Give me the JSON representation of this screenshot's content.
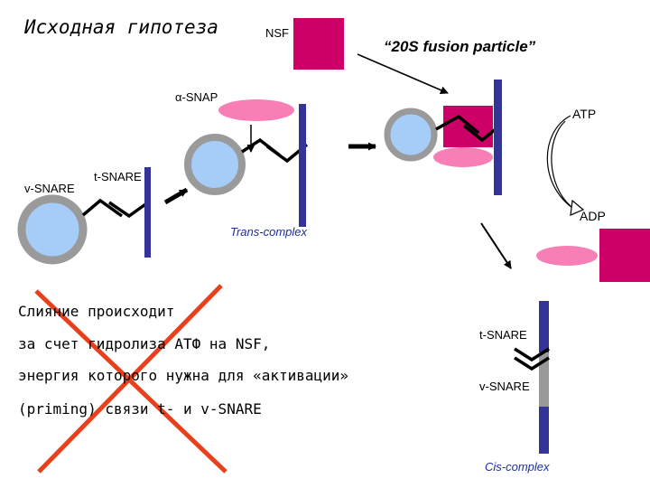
{
  "title": "Исходная гипотеза",
  "labels": {
    "nsf": "NSF",
    "alpha_snap": "α-SNAP",
    "v_snare": "v-SNARE",
    "t_snare": "t-SNARE",
    "fusion_particle": "“20S fusion particle”",
    "atp": "ATP",
    "adp": "ADP",
    "trans_complex": "Trans-complex",
    "cis_complex": "Cis-complex",
    "cis_t_snare": "t-SNARE",
    "cis_v_snare": "v-SNARE"
  },
  "crossed_text": [
    "Слияние происходит",
    "за счет гидролиза АТФ на NSF,",
    "энергия которого нужна для «активации»",
    "(priming) связи t- и v-SNARE"
  ],
  "colors": {
    "nsf": "#cc0066",
    "alpha_snap": "#f77fb6",
    "vesicle_fill": "#a6ccf8",
    "vesicle_ring": "#9a9a9a",
    "membrane": "#333399",
    "cis_gray": "#999999",
    "cross": "#e8401c",
    "complex_label": "#1f2f9a"
  }
}
